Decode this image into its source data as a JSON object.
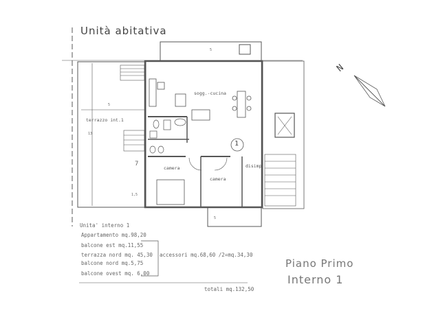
{
  "title": "Unità abitativa",
  "plan": {
    "rooms": {
      "living": "sogg.-cucina",
      "terrace": "terrazzo int.1",
      "bedroom1": "camera",
      "bedroom2": "camera",
      "hall": "disimp"
    },
    "unit_marker": "1",
    "dimensions": {
      "terrace_width": "5",
      "terrace_height": "13",
      "balcony_top": "5",
      "left_balcony": "7",
      "left_balcony_width": "1,5",
      "bottom_balcony": "5"
    }
  },
  "summary": {
    "unit": "Unita' interno 1",
    "apartment": "Appartamento mq.98,20",
    "items": [
      "balcone est mq.11,55",
      "terrazza nord mq. 45,30",
      "balcone nord mq.5,75",
      "balcone ovest mq. 6,00"
    ],
    "accessories": "accessori mq.68,60 /2=mq.34,30",
    "total": "totali mq.132,50"
  },
  "floor_label": "Piano Primo",
  "unit_label": "Interno 1",
  "north_label": "N"
}
